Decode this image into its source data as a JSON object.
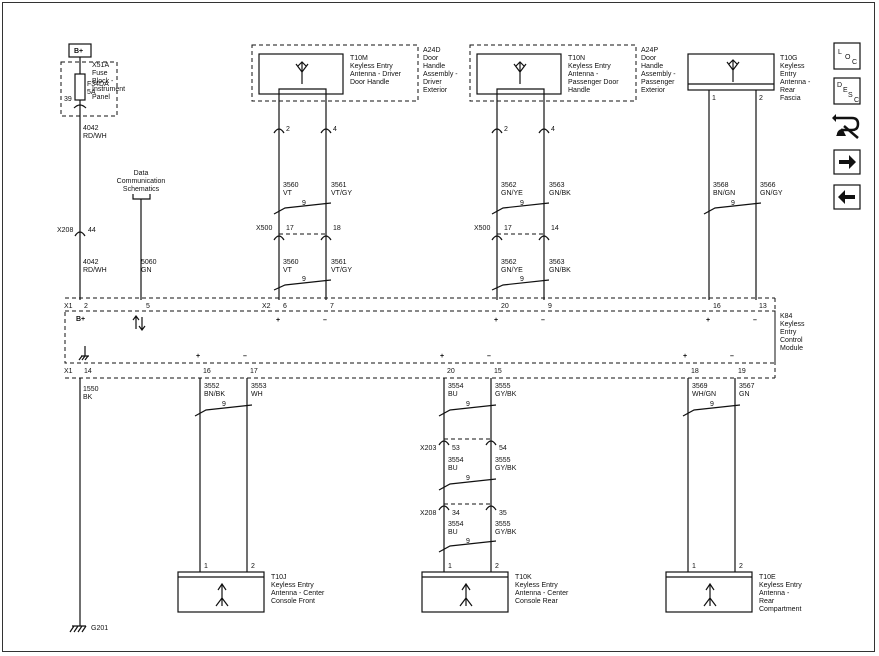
{
  "power": {
    "label": "B+"
  },
  "fuse_block": {
    "ref": "X51A",
    "name": [
      "Fuse",
      "Block -",
      "Instrument",
      "Panel"
    ],
    "fuse": "F34DA",
    "amps": "5A",
    "pin": "39"
  },
  "wire_4042": {
    "circuit": "4042",
    "color": "RD/WH"
  },
  "x208_top": {
    "conn": "X208",
    "pin": "44"
  },
  "data_comm": {
    "lines": [
      "Data",
      "Communication",
      "Schematics"
    ],
    "circuit": "5060",
    "color": "GN"
  },
  "antennas_top": [
    {
      "id": "A24D",
      "ref": "T10M",
      "name": [
        "Keyless Entry",
        "Antenna - Driver",
        "Door Handle"
      ],
      "assy": [
        "Door",
        "Handle",
        "Assembly -",
        "Driver",
        "Exterior"
      ],
      "pins": [
        "2",
        "4"
      ],
      "wires_a": [
        [
          "3560",
          "VT"
        ],
        [
          "3561",
          "VT/GY"
        ]
      ],
      "twist": "9",
      "x500": [
        "X500",
        "17",
        "18"
      ],
      "wires_b": [
        [
          "3560",
          "VT"
        ],
        [
          "3561",
          "VT/GY"
        ]
      ],
      "twist_b": "9",
      "ksm_pins": [
        "6",
        "7"
      ]
    },
    {
      "id": "A24P",
      "ref": "T10N",
      "name": [
        "Keyless Entry",
        "Antenna -",
        "Passenger Door",
        "Handle"
      ],
      "assy": [
        "Door",
        "Handle",
        "Assembly -",
        "Passenger",
        "Exterior"
      ],
      "pins": [
        "2",
        "4"
      ],
      "wires_a": [
        [
          "3562",
          "GN/YE"
        ],
        [
          "3563",
          "GN/BK"
        ]
      ],
      "twist": "9",
      "x500": [
        "X500",
        "17",
        "14"
      ],
      "wires_b": [
        [
          "3562",
          "GN/YE"
        ],
        [
          "3563",
          "GN/BK"
        ]
      ],
      "twist_b": "9",
      "ksm_pins": [
        "20",
        "9"
      ]
    }
  ],
  "rear_fascia": {
    "ref": "T10G",
    "name": [
      "Keyless",
      "Entry",
      "Antenna -",
      "Rear",
      "Fascia"
    ],
    "pins": [
      "1",
      "2"
    ],
    "wires": [
      [
        "3568",
        "BN/GN"
      ],
      [
        "3566",
        "GN/GY"
      ]
    ],
    "twist": "9",
    "ksm_pins": [
      "16",
      "13"
    ]
  },
  "ksm": {
    "ref": "K84",
    "name": [
      "Keyless",
      "Entry",
      "Control",
      "Module"
    ],
    "x1": "X1",
    "x2": "X2",
    "x1b": "X1",
    "pin_bplus": "2",
    "pin_data": "5",
    "bplus": "B+",
    "gnd_pin": "14"
  },
  "ground": {
    "circuit": "1550",
    "color": "BK",
    "ref": "G201"
  },
  "antennas_bottom": [
    {
      "ref": "T10J",
      "name": [
        "Keyless Entry",
        "Antenna - Center",
        "Console Front"
      ],
      "ksm_pins": [
        "16",
        "17"
      ],
      "wires": [
        [
          "3552",
          "BN/BK"
        ],
        [
          "3553",
          "WH"
        ]
      ],
      "twist": "9",
      "pins": [
        "1",
        "2"
      ]
    },
    {
      "ref": "T10K",
      "name": [
        "Keyless Entry",
        "Antenna - Center",
        "Console Rear"
      ],
      "ksm_pins": [
        "20",
        "15"
      ],
      "wires": [
        [
          "3554",
          "BU"
        ],
        [
          "3555",
          "GY/BK"
        ]
      ],
      "twist": "9",
      "splices": [
        {
          "conn": "X203",
          "pins": [
            "53",
            "54"
          ],
          "wires": [
            [
              "3554",
              "BU"
            ],
            [
              "3555",
              "GY/BK"
            ]
          ],
          "twist": "9"
        },
        {
          "conn": "X208",
          "pins": [
            "34",
            "35"
          ],
          "wires": [
            [
              "3554",
              "BU"
            ],
            [
              "3555",
              "GY/BK"
            ]
          ],
          "twist": "9"
        }
      ],
      "pins": [
        "1",
        "2"
      ]
    },
    {
      "ref": "T10E",
      "name": [
        "Keyless Entry",
        "Antenna -",
        "Rear",
        "Compartment"
      ],
      "ksm_pins": [
        "18",
        "19"
      ],
      "wires": [
        [
          "3569",
          "WH/GN"
        ],
        [
          "3567",
          "GN"
        ]
      ],
      "twist": "9",
      "pins": [
        "1",
        "2"
      ]
    }
  ],
  "nav": {
    "loc": [
      "L",
      "O",
      "C"
    ],
    "desc": [
      "D",
      "E",
      "S",
      "C"
    ]
  }
}
